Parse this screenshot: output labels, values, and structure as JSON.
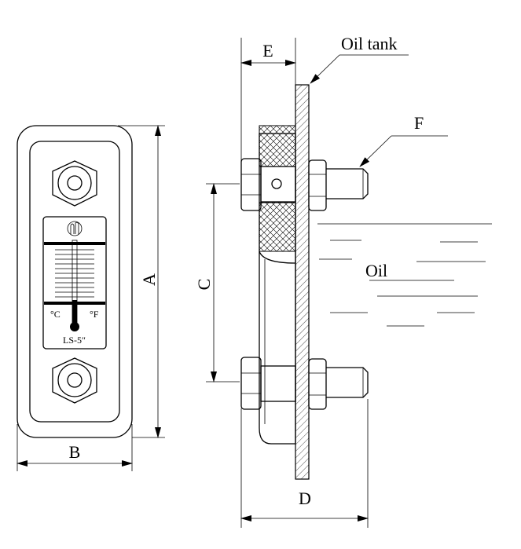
{
  "labels": {
    "dim_a": "A",
    "dim_b": "B",
    "dim_c": "C",
    "dim_d": "D",
    "dim_e": "E",
    "dim_f": "F",
    "oil_tank": "Oil tank",
    "oil": "Oil",
    "celsius": "°C",
    "fahrenheit": "°F",
    "model": "LS-5″"
  },
  "colors": {
    "line": "#000000",
    "background": "#ffffff"
  }
}
